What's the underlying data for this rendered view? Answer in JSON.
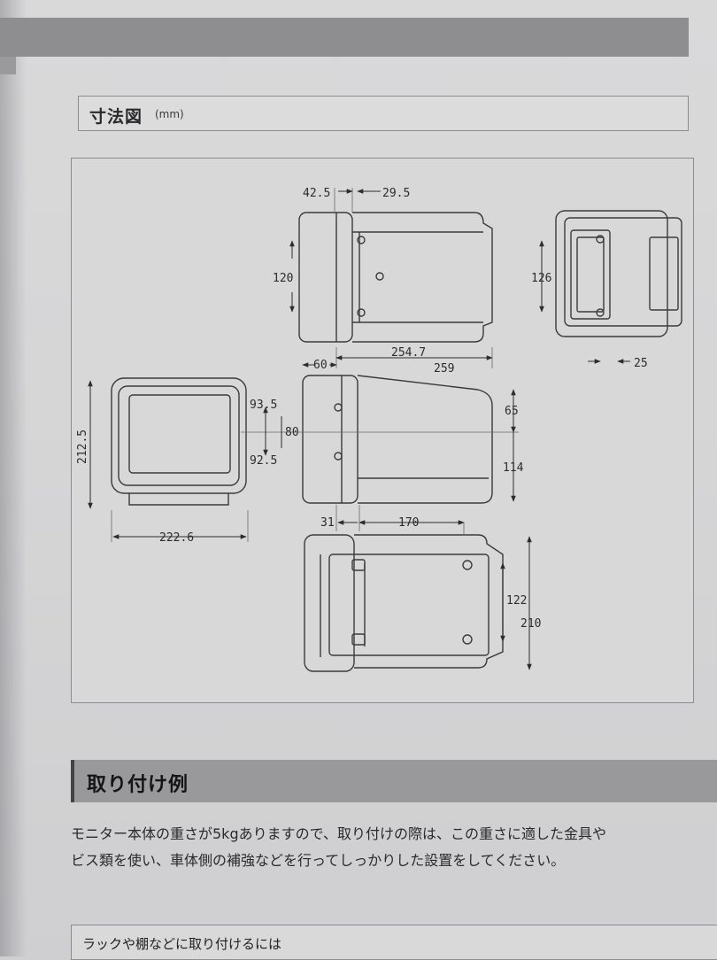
{
  "section_dimensions": {
    "title": "寸法図",
    "unit": "(mm)"
  },
  "dimensions": {
    "top_view": [
      "42.5",
      "29.5",
      "120",
      "254.7",
      "259",
      "60"
    ],
    "back_view": [
      "126",
      "25"
    ],
    "front_view": [
      "212.5",
      "222.6"
    ],
    "side_view": [
      "93.5",
      "80",
      "92.5",
      "65",
      "114",
      "31",
      "170"
    ],
    "bottom_view": [
      "122",
      "210"
    ]
  },
  "section_mounting": {
    "title": "取り付け例",
    "paragraph": [
      "モニター本体の重さが5kgありますので、取り付けの際は、この重さに適した金具や",
      "ビス類を使い、車体側の補強などを行ってしっかりした設置をしてください。"
    ],
    "subheading": "ラックや棚などに取り付けるには"
  }
}
